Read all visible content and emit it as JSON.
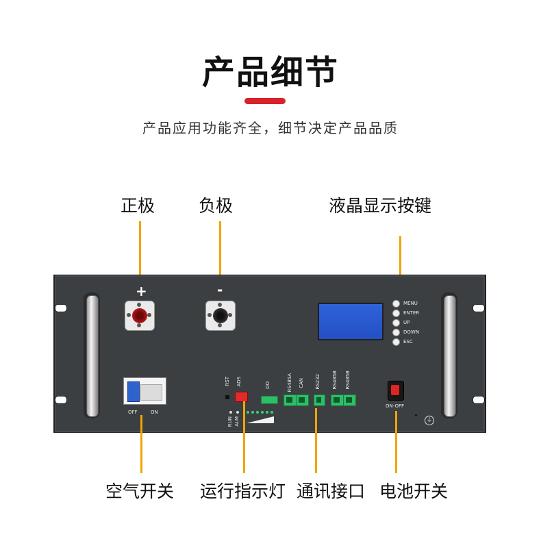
{
  "header": {
    "title": "产品细节",
    "subtitle": "产品应用功能齐全，细节决定产品品质"
  },
  "callouts": {
    "positive": "正极",
    "negative": "负极",
    "lcd_keys": "液晶显示按键",
    "air_switch": "空气开关",
    "run_indicator": "运行指示灯",
    "comm_port": "通讯接口",
    "battery_switch": "电池开关"
  },
  "panel": {
    "plus_sign": "+",
    "minus_sign": "-",
    "menu_buttons": [
      "MENU",
      "ENTER",
      "UP",
      "DOWN",
      "ESC"
    ],
    "breaker_off": "OFF",
    "breaker_on": "ON",
    "rst": "RST",
    "ads": "ADS",
    "do": "DO",
    "run": "RUN",
    "alm": "ALM",
    "ports": [
      "RS485A",
      "CAN",
      "RS232",
      "RS485B",
      "RS485B"
    ],
    "onoff": "ON-OFF",
    "ground": "⏚"
  },
  "colors": {
    "accent_red": "#d8232a",
    "leader_orange": "#f0a500",
    "panel_dark": "#3c3f42",
    "lcd_blue": "#2f63d8"
  }
}
